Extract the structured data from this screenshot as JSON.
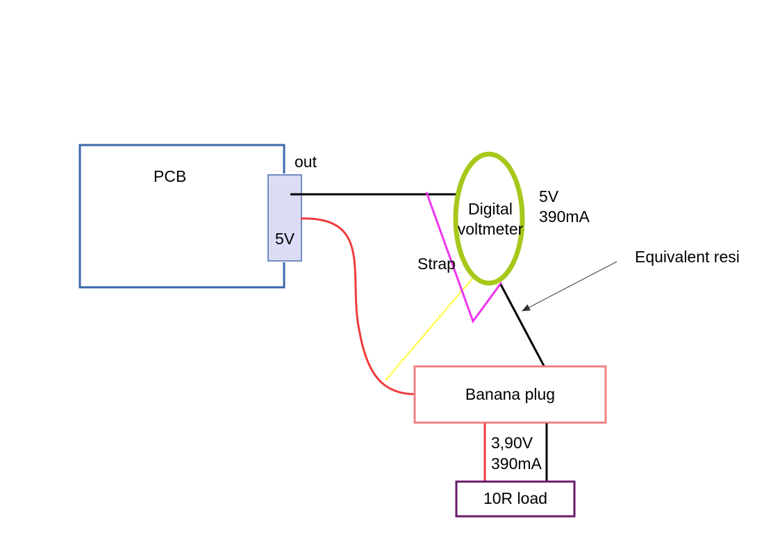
{
  "labels": {
    "pcb": "PCB",
    "out": "out",
    "connector_voltage": "5V",
    "voltmeter_line1": "Digital",
    "voltmeter_line2": "voltmeter",
    "meter_voltage": "5V",
    "meter_current": "390mA",
    "equivalent": "Equivalent resi",
    "strap": "Strap",
    "banana_plug": "Banana plug",
    "load_voltage": "3,90V",
    "load_current": "390mA",
    "load": "10R load"
  },
  "colors": {
    "pcb_border": "#3a67a8",
    "connector_fill": "#dcdcf6",
    "connector_border": "#4a6aaa",
    "voltmeter_ring": "#a6c81a",
    "banana_border": "#f08080",
    "load_border": "#6a1a6a",
    "wire_black": "#000000",
    "wire_red": "#ee3a3a",
    "wire_magenta": "#ee33ee",
    "wire_yellow": "#ffff55",
    "arrow_gray": "#333333"
  }
}
